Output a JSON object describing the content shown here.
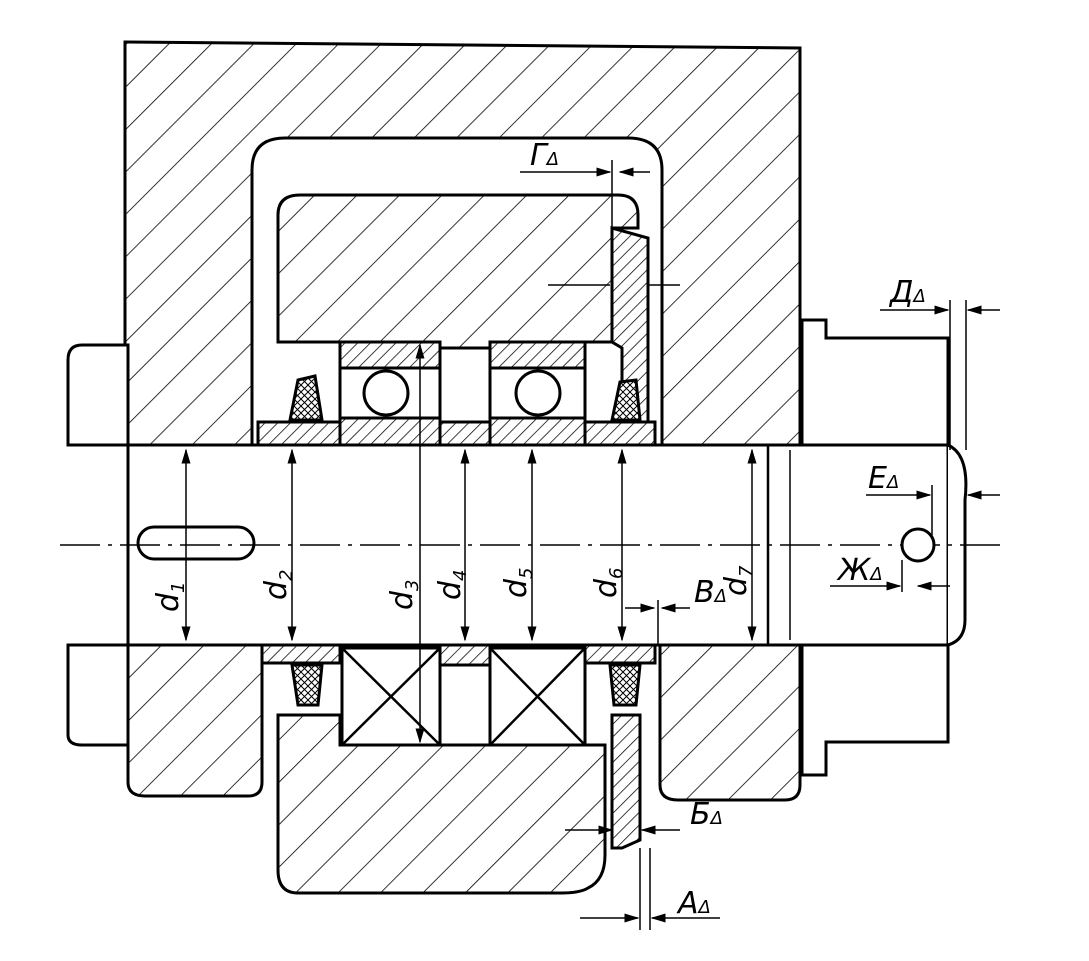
{
  "labels": {
    "d1": "d",
    "d1_sub": "1",
    "d2": "d",
    "d2_sub": "2",
    "d3": "d",
    "d3_sub": "3",
    "d4": "d",
    "d4_sub": "4",
    "d5": "d",
    "d5_sub": "5",
    "d6": "d",
    "d6_sub": "6",
    "d7": "d",
    "d7_sub": "7",
    "A": "А",
    "B": "Б",
    "V": "В",
    "G": "Г",
    "D": "Д",
    "E": "Е",
    "Zh": "Ж",
    "delta": "Δ"
  }
}
